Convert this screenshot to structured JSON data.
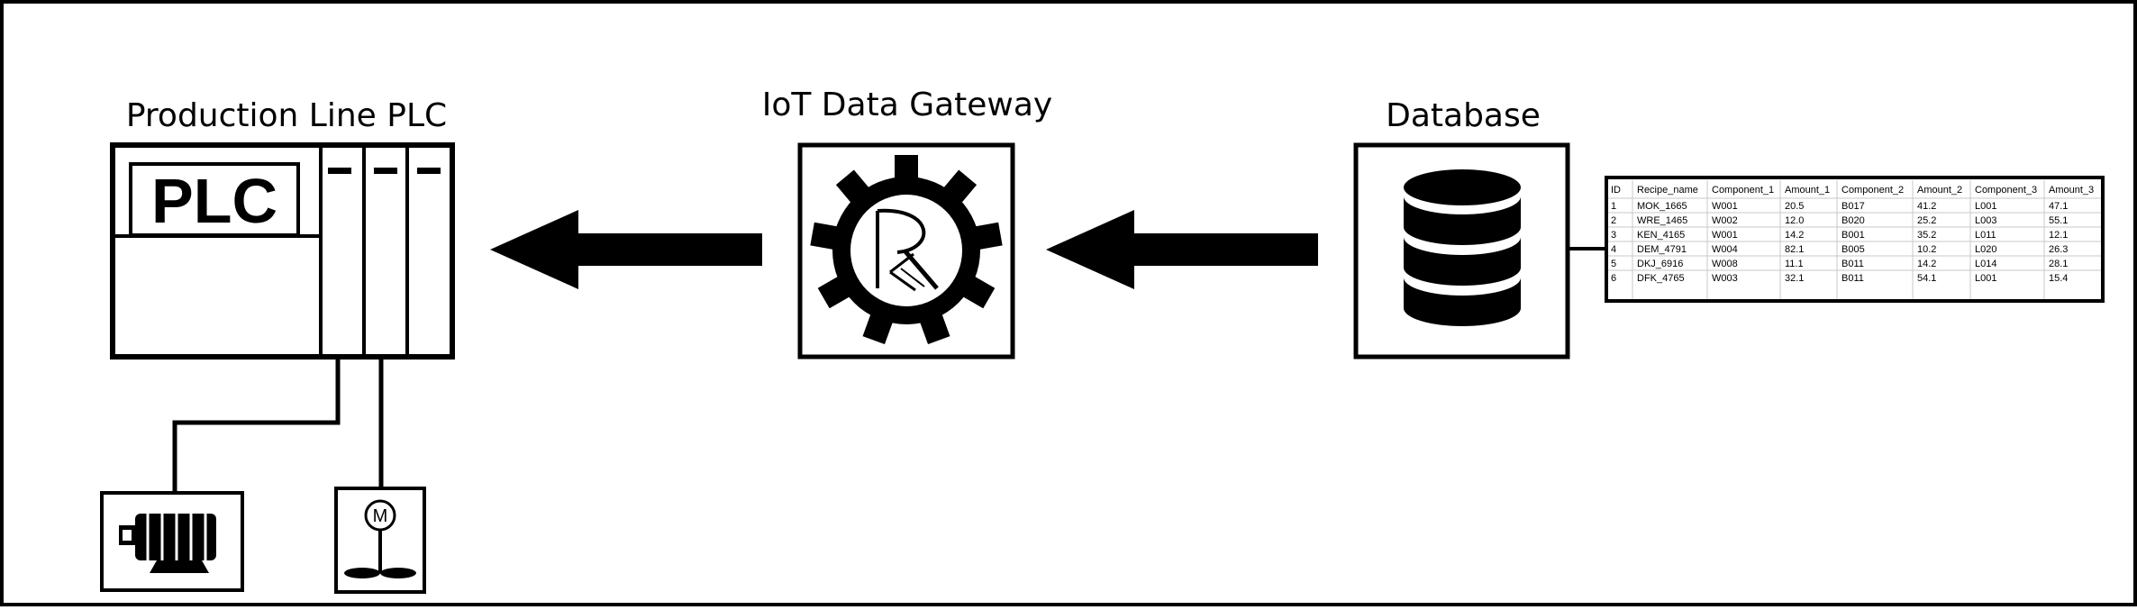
{
  "labels": {
    "plc": "Production Line PLC",
    "gateway": "IoT Data Gateway",
    "database": "Database",
    "plc_badge": "PLC",
    "mixer_symbol": "M"
  },
  "table": {
    "headers": [
      "ID",
      "Recipe_name",
      "Component_1",
      "Amount_1",
      "Component_2",
      "Amount_2",
      "Component_3",
      "Amount_3"
    ],
    "rows": [
      [
        "1",
        "MOK_1665",
        "W001",
        "20.5",
        "B017",
        "41.2",
        "L001",
        "47.1"
      ],
      [
        "2",
        "WRE_1465",
        "W002",
        "12.0",
        "B020",
        "25.2",
        "L003",
        "55.1"
      ],
      [
        "3",
        "KEN_4165",
        "W001",
        "14.2",
        "B001",
        "35.2",
        "L011",
        "12.1"
      ],
      [
        "4",
        "DEM_4791",
        "W004",
        "82.1",
        "B005",
        "10.2",
        "L020",
        "26.3"
      ],
      [
        "5",
        "DKJ_6916",
        "W008",
        "11.1",
        "B011",
        "14.2",
        "L014",
        "28.1"
      ],
      [
        "6",
        "DFK_4765",
        "W003",
        "32.1",
        "B011",
        "54.1",
        "L001",
        "15.4"
      ]
    ]
  },
  "colors": {
    "stroke": "#000000",
    "background": "#ffffff"
  },
  "icons": [
    "plc-icon",
    "gear-logo-icon",
    "database-icon",
    "motor-icon",
    "mixer-icon",
    "arrow-left-icon"
  ]
}
